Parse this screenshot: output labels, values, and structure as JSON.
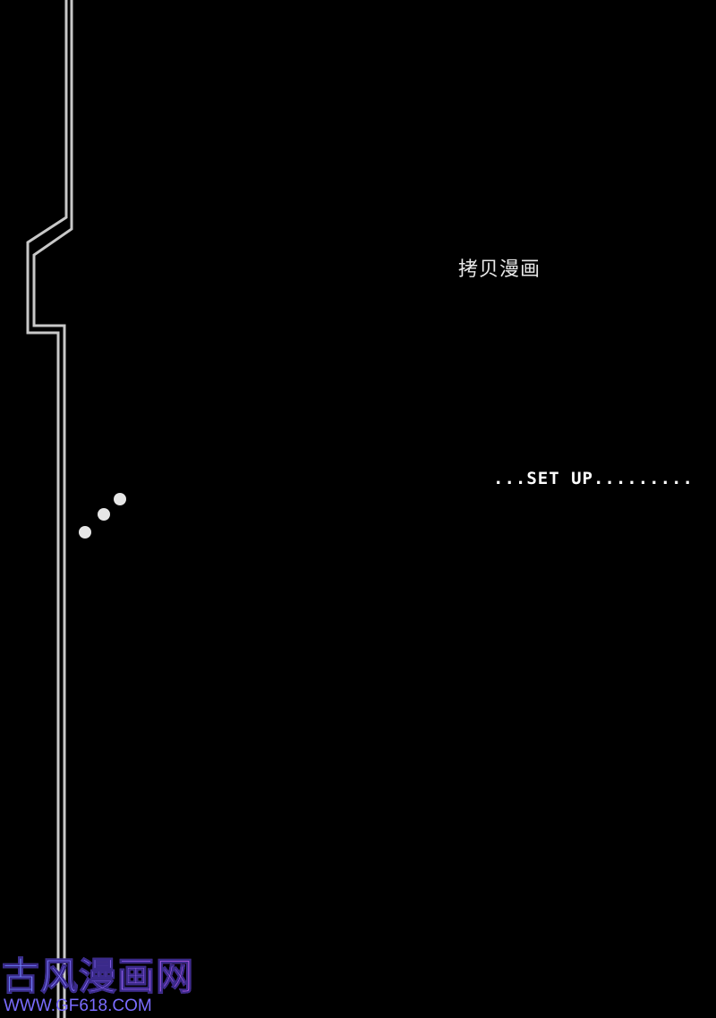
{
  "caption": "拷贝漫画",
  "setup_text": "...SET UP.........",
  "watermark": {
    "logo": "古风漫画网",
    "url": "WWW.GF618.COM"
  },
  "colors": {
    "background": "#000000",
    "circuit_line": "#c8c8c8",
    "text": "#ffffff",
    "watermark_start": "#6a8cff",
    "watermark_end": "#c65cf0"
  }
}
